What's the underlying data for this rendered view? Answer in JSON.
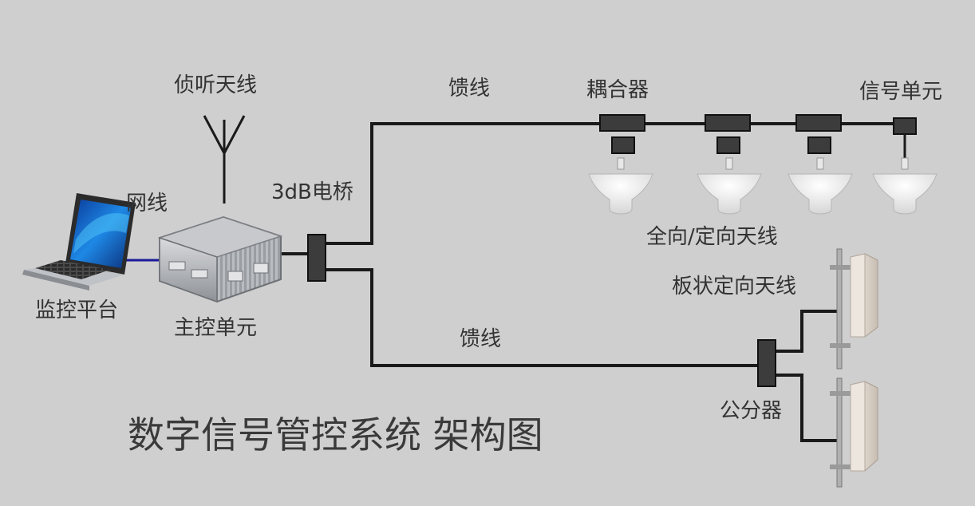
{
  "labels": {
    "sniff_antenna": "侦听天线",
    "feeder_top": "馈线",
    "coupler": "耦合器",
    "signal_unit": "信号单元",
    "network_cable": "网线",
    "bridge": "3dB电桥",
    "omni_antenna": "全向/定向天线",
    "panel_antenna": "板状定向天线",
    "monitor_platform": "监控平台",
    "main_control_unit": "主控单元",
    "feeder_bottom": "馈线",
    "splitter": "公分器"
  },
  "title": "数字信号管控系统 架构图",
  "colors": {
    "background": "#cfcfcf",
    "line": "#1a1a1a",
    "device": "#3c3c3c",
    "network_cable": "#1a1a9a",
    "text": "#333333"
  }
}
